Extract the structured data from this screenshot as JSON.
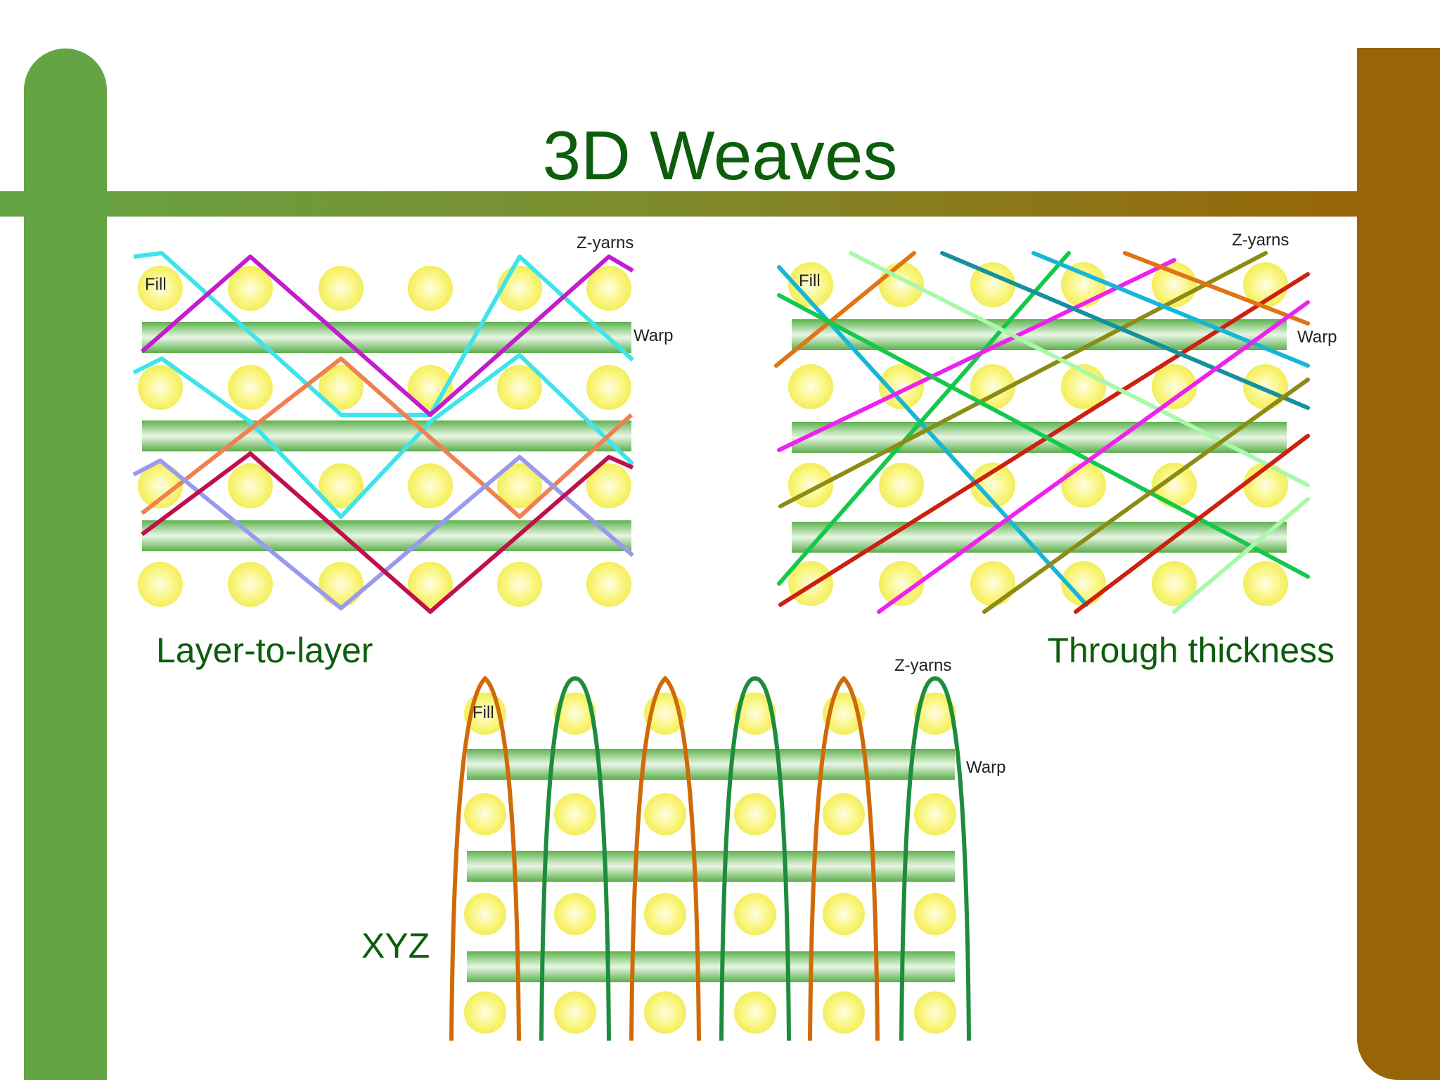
{
  "title": "3D Weaves",
  "colors": {
    "left_bar": "#64a444",
    "right_bar": "#976507",
    "title": "#0c5d0c",
    "fill_yarn": "#f6f26a",
    "warp_yarn": "#6fbf5f"
  },
  "panels": [
    {
      "caption": "Layer-to-layer",
      "labels": {
        "fill": "Fill",
        "warp": "Warp",
        "z": "Z-yarns"
      },
      "z_colors": [
        "#3de4ea",
        "#c21ccc",
        "#f08050",
        "#9999ee",
        "#c0104c"
      ]
    },
    {
      "caption": "Through thickness",
      "labels": {
        "fill": "Fill",
        "warp": "Warp",
        "z": "Z-yarns"
      },
      "z_colors": [
        "#18b6d6",
        "#e07414",
        "#14c84c",
        "#ee22ee",
        "#8c8c14",
        "#cc2010",
        "#aaf8aa",
        "#16909c"
      ]
    },
    {
      "caption": "XYZ",
      "labels": {
        "fill": "Fill",
        "warp": "Warp",
        "z": "Z-yarns"
      },
      "z_colors": [
        "#d06a08",
        "#1e8c3c"
      ]
    }
  ]
}
